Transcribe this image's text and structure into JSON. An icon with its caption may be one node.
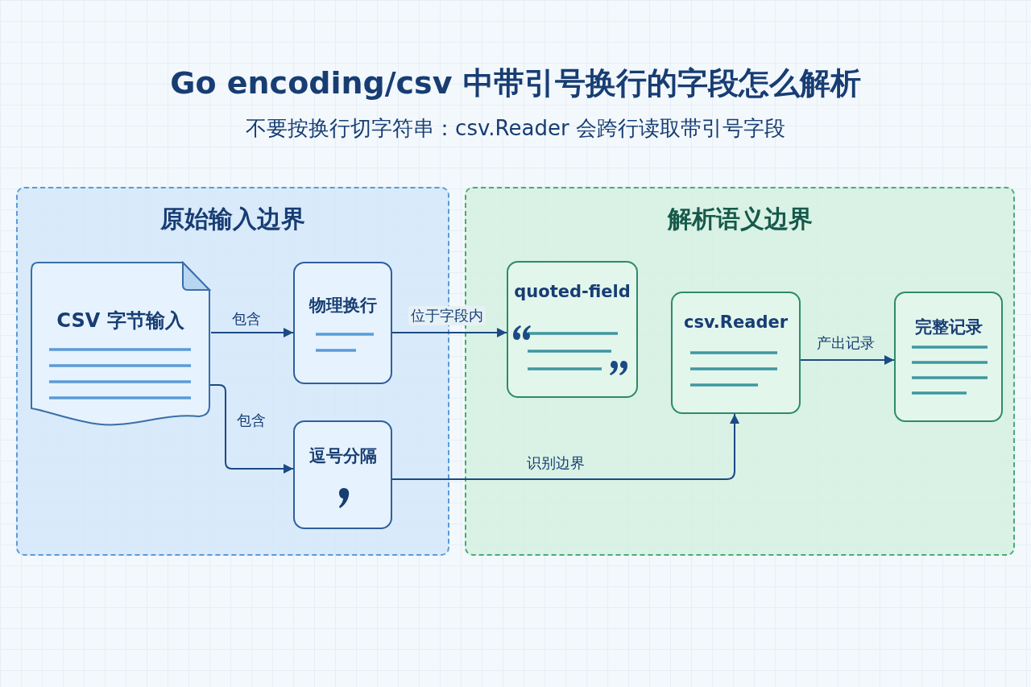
{
  "diagram": {
    "title": "Go encoding/csv 中带引号换行的字段怎么解析",
    "nodes": [
      {
        "text": [
          "原始输入边界"
        ]
      },
      {
        "text": [
          "CSV 字节输入"
        ],
        "in": 0
      },
      {
        "text": [
          "物理换行"
        ],
        "in": 0
      },
      {
        "text": [
          "逗号分隔"
        ],
        "in": 0
      },
      {
        "text": [
          "解析语义边界"
        ]
      },
      {
        "text": [
          "quoted-field"
        ],
        "in": 4
      },
      {
        "text": [
          "csv.Reader"
        ],
        "in": 4
      },
      {
        "text": [
          "完整记录"
        ],
        "in": 4
      }
    ],
    "edges": [
      {
        "from": 1,
        "to": 2,
        "arrow": "to",
        "label": "包含"
      },
      {
        "from": 1,
        "to": 3,
        "arrow": "to",
        "label": "包含"
      },
      {
        "from": 2,
        "to": 5,
        "arrow": "to",
        "label": "位于字段内"
      },
      {
        "from": 3,
        "to": 6,
        "arrow": "to",
        "label": "识别边界"
      },
      {
        "from": 6,
        "to": 7,
        "arrow": "to",
        "label": "产出记录"
      }
    ],
    "labels": [
      "不要按换行切字符串：csv.Reader 会跨行读取带引号字段"
    ]
  }
}
